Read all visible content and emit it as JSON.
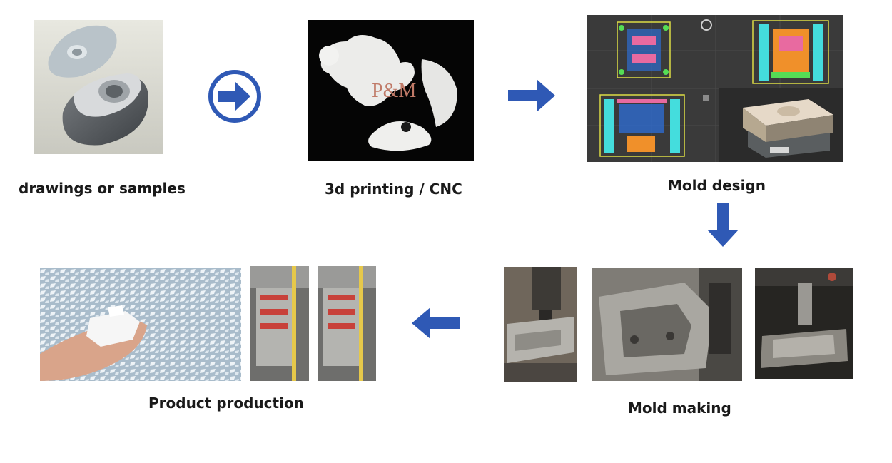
{
  "steps": {
    "drawings": {
      "label": "drawings or samples"
    },
    "printing": {
      "label": "3d printing / CNC",
      "watermark": "P&M"
    },
    "design": {
      "label": "Mold design"
    },
    "making": {
      "label": "Mold making"
    },
    "production": {
      "label": "Product production"
    }
  },
  "colors": {
    "arrow_blue": "#2f59b5",
    "dark_bg": "#050505",
    "cad_bg": "#3a3a3a",
    "label_text": "#1a1a1a"
  },
  "icons": {
    "arrow_circle": "circle-arrow-right-icon",
    "arrow_right": "arrow-right-icon",
    "arrow_down": "arrow-down-icon",
    "arrow_left": "arrow-left-icon"
  }
}
